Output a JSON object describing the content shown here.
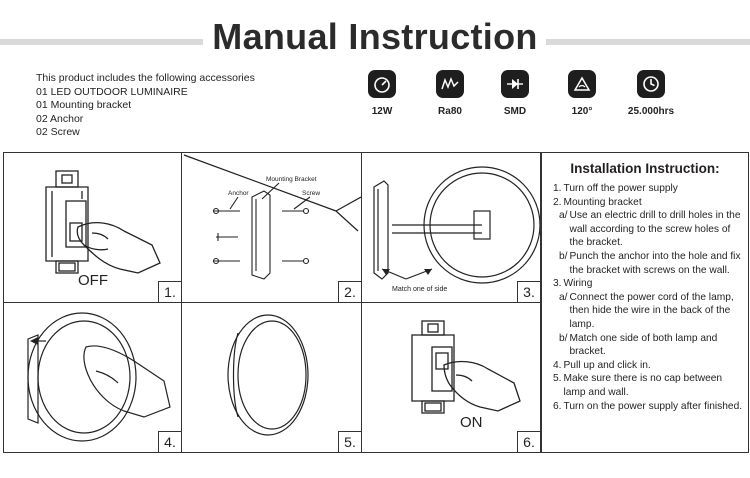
{
  "header": {
    "title": "Manual Instruction"
  },
  "accessories": [
    "This product includes the following accessories",
    "01 LED OUTDOOR LUMINAIRE",
    "01 Mounting bracket",
    "02 Anchor",
    "02 Screw"
  ],
  "specs": [
    {
      "icon": "gauge-icon",
      "label": "12W"
    },
    {
      "icon": "spectrum-icon",
      "label": "Ra80"
    },
    {
      "icon": "led-diode-icon",
      "label": "SMD"
    },
    {
      "icon": "beam-angle-icon",
      "label": "120°"
    },
    {
      "icon": "clock-icon",
      "label": "25.000hrs"
    }
  ],
  "panels": [
    {
      "number": "1.",
      "caption": "OFF"
    },
    {
      "number": "2.",
      "callouts": {
        "bracket": "Mounting Bracket",
        "anchor": "Anchor",
        "screw": "Screw"
      }
    },
    {
      "number": "3.",
      "caption": "Match one of side"
    },
    {
      "number": "4."
    },
    {
      "number": "5."
    },
    {
      "number": "6.",
      "caption": "ON"
    }
  ],
  "instructions": {
    "title": "Installation Instruction:",
    "steps": [
      {
        "k": "1.",
        "t": "Turn off the power supply",
        "lvl": 1
      },
      {
        "k": "2.",
        "t": "Mounting bracket",
        "lvl": 1
      },
      {
        "k": "a/",
        "t": "Use an electric drill to drill holes in the wall according to the screw holes of the bracket.",
        "lvl": 2
      },
      {
        "k": "b/",
        "t": "Punch the anchor into the hole and fix the bracket with screws on the wall.",
        "lvl": 2
      },
      {
        "k": "3.",
        "t": "Wiring",
        "lvl": 1
      },
      {
        "k": "a/",
        "t": "Connect the power cord of the lamp, then hide the wire in the back of the lamp.",
        "lvl": 2
      },
      {
        "k": "b/",
        "t": "Match one side of both lamp and bracket.",
        "lvl": 2
      },
      {
        "k": "4.",
        "t": "Pull up and click in.",
        "lvl": 1
      },
      {
        "k": "5.",
        "t": "Make sure there is no cap between lamp and wall.",
        "lvl": 1
      },
      {
        "k": "6.",
        "t": "Turn on the power supply after finished.",
        "lvl": 1
      }
    ]
  }
}
